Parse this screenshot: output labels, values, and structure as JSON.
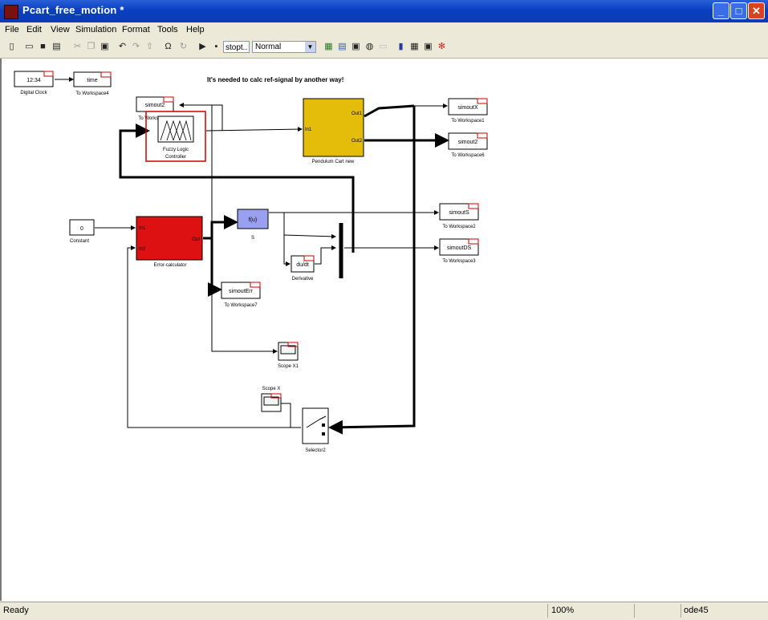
{
  "window": {
    "title": "Pcart_free_motion *",
    "controls": [
      "_",
      "□",
      "✕"
    ]
  },
  "menu": {
    "items": [
      "File",
      "Edit",
      "View",
      "Simulation",
      "Format",
      "Tools",
      "Help"
    ]
  },
  "toolbar": {
    "stop_time": "stopt..",
    "sim_mode": "Normal"
  },
  "annotation": "It's needed to calc ref-signal by another way!",
  "blocks": {
    "digital_clock": {
      "value": "12:34",
      "label": "Digital Clock"
    },
    "to_ws4": {
      "value": "time",
      "label": "To Workspace4"
    },
    "to_ws5": {
      "value": "simout2",
      "label": "To Workspace5"
    },
    "fuzzy": {
      "label1": "Fuzzy Logic",
      "label2": "Controller"
    },
    "pendulum": {
      "in_port": "In1",
      "out1": "Out1",
      "out2": "Out2",
      "label": "Pendulum Cart new"
    },
    "to_ws1": {
      "value": "simoutX",
      "label": "To Workspace1"
    },
    "to_ws6": {
      "value": "simout2",
      "label": "To Workspace6"
    },
    "constant": {
      "value": "0",
      "label": "Constant"
    },
    "error_calc": {
      "in1": "In1",
      "in2": "In2",
      "out": "Out",
      "label": "Error-calculator"
    },
    "s_block": {
      "value": "f(u)",
      "label": "S"
    },
    "to_ws2": {
      "value": "simoutS",
      "label": "To Workspace2"
    },
    "to_ws3": {
      "value": "simoutDS",
      "label": "To Workspace3"
    },
    "derivative": {
      "value": "du/dt",
      "label": "Derivative"
    },
    "to_ws7": {
      "value": "simoutErr",
      "label": "To Workspace7"
    },
    "scope_x1": {
      "label": "Scope X1"
    },
    "scope_x": {
      "label": "Scope X"
    },
    "selector2": {
      "label": "Selector2"
    }
  },
  "status": {
    "text": "Ready",
    "zoom": "100%",
    "solver": "ode45"
  },
  "colors": {
    "error_block": "#dd1111",
    "pendulum_block": "#e3bd0a",
    "s_block": "#9aa0f0",
    "fuzzy_border": "#cc0000"
  }
}
